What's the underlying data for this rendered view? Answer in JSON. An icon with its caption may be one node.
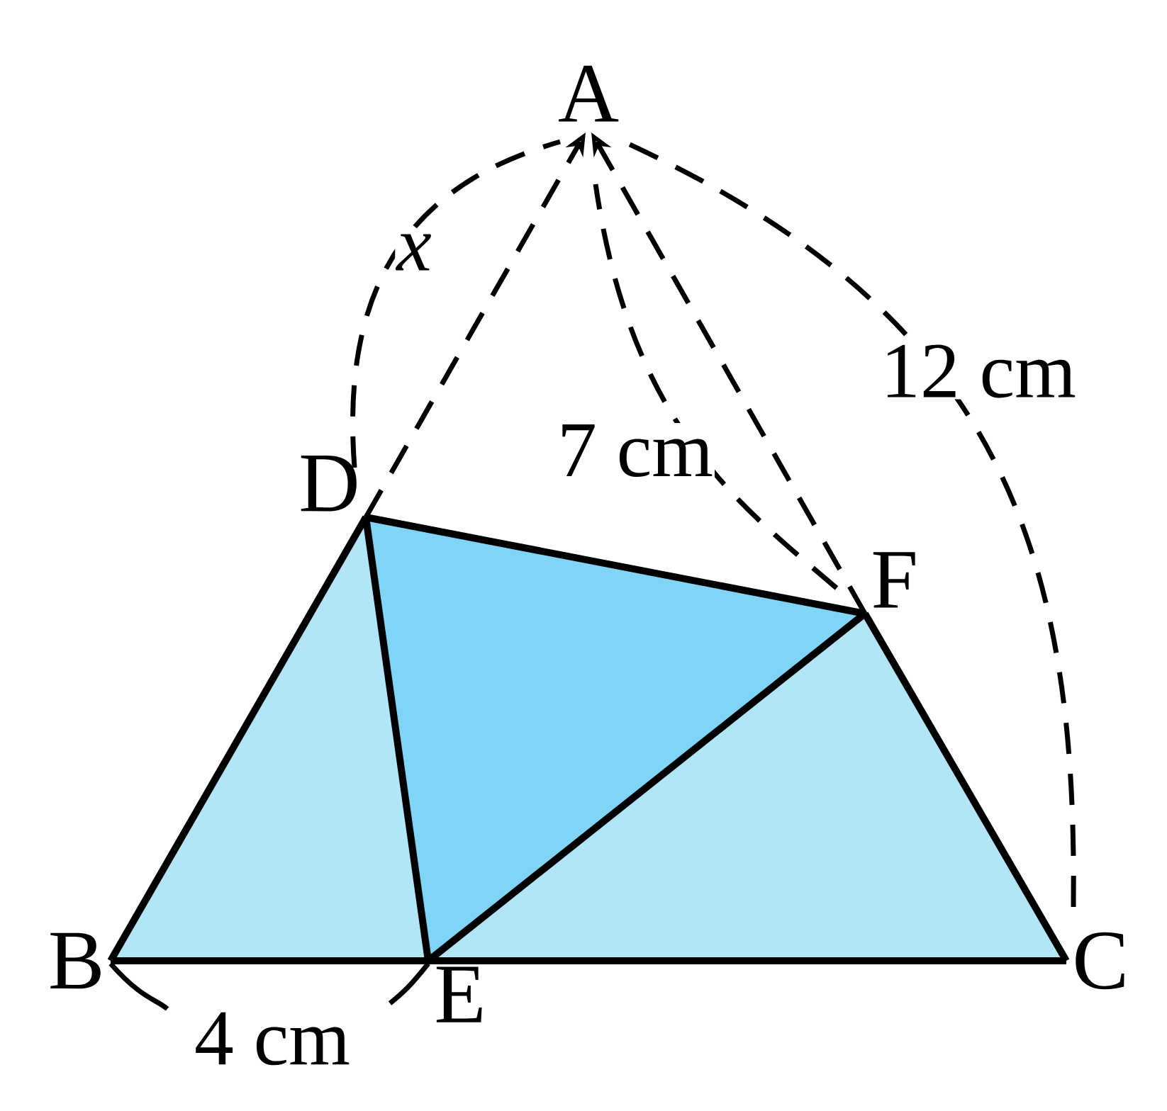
{
  "diagram": {
    "nodes": [
      {
        "text": [
          "A"
        ]
      },
      {
        "text": [
          "D"
        ]
      },
      {
        "text": [
          "F"
        ]
      },
      {
        "text": [
          "B"
        ]
      },
      {
        "text": [
          "E"
        ]
      },
      {
        "text": [
          "C"
        ]
      }
    ],
    "edges": [
      {
        "from": 3,
        "to": 1,
        "arrow": "none"
      },
      {
        "from": 1,
        "to": 2,
        "arrow": "none"
      },
      {
        "from": 2,
        "to": 5,
        "arrow": "none"
      },
      {
        "from": 3,
        "to": 4,
        "arrow": "none"
      },
      {
        "from": 4,
        "to": 5,
        "arrow": "none"
      },
      {
        "from": 1,
        "to": 4,
        "arrow": "none"
      },
      {
        "from": 4,
        "to": 2,
        "arrow": "none"
      },
      {
        "from": 1,
        "to": 0,
        "arrow": "to",
        "style": "dashed"
      },
      {
        "from": 2,
        "to": 0,
        "arrow": "to",
        "style": "dashed"
      }
    ],
    "labels": [
      "x",
      "7 cm",
      "12 cm",
      "4 cm"
    ]
  }
}
